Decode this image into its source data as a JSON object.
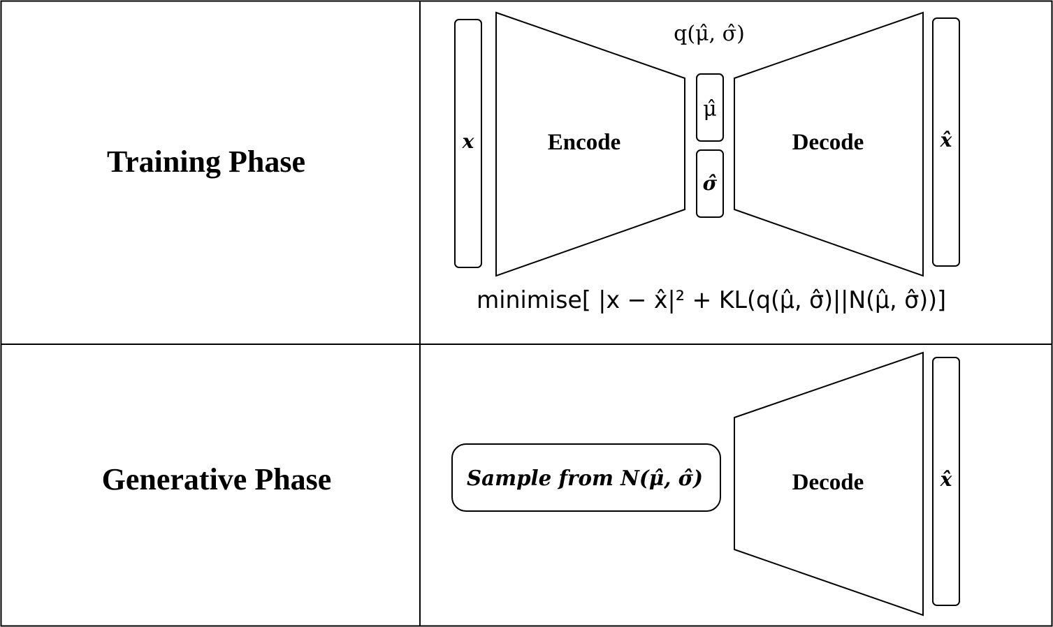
{
  "rows": [
    {
      "label": "Training Phase",
      "encoder": {
        "input_symbol": "x",
        "encode_label": "Encode",
        "distribution_label": "q(μ̂, σ̂)",
        "mu_label": "μ̂",
        "sigma_label": "σ̂",
        "decode_label": "Decode",
        "output_symbol": "x̂",
        "objective": "minimise[ |x − x̂|² + KL(q(μ̂, σ̂)||N(μ̂, σ̂))]"
      }
    },
    {
      "label": "Generative Phase",
      "generator": {
        "sample_label": "Sample from N(μ̂, σ̂)",
        "decode_label": "Decode",
        "output_symbol": "x̂"
      }
    }
  ]
}
